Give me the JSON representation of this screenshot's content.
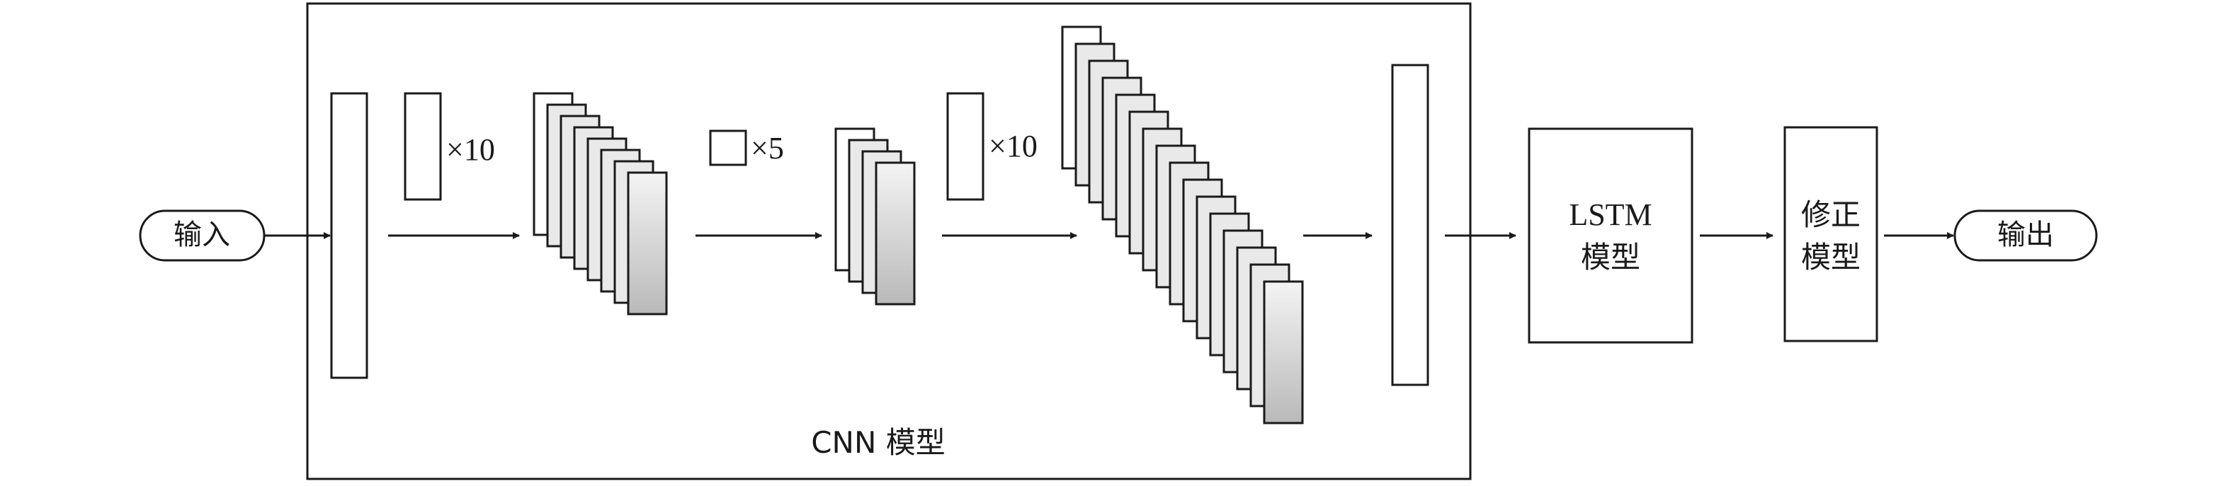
{
  "input_label": "输入",
  "output_label": "输出",
  "cnn": {
    "label": "CNN 模型",
    "stage1": {
      "multiplier": "×10",
      "stack_count": 8
    },
    "stage2": {
      "multiplier": "×5",
      "stack_count": 4
    },
    "stage3": {
      "multiplier": "×10",
      "stack_count": 16
    }
  },
  "lstm": {
    "line1": "LSTM",
    "line2": "模型"
  },
  "correction": {
    "line1": "修正",
    "line2": "模型"
  },
  "colors": {
    "stroke": "#1a1a1a",
    "fill_light": "#ffffff",
    "fill_dark": "#b8b8b8"
  }
}
